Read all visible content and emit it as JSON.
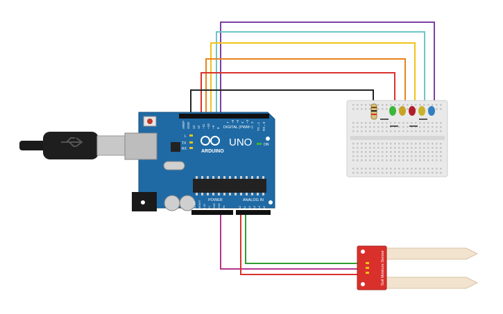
{
  "board": {
    "logo_text": "ARDUINO",
    "model": "UNO",
    "digital_label": "DIGITAL (PWM~)",
    "power_label": "POWER",
    "analog_label": "ANALOG IN",
    "l_label": "L",
    "tx_label": "TX",
    "rx_label": "RX",
    "on_label": "ON",
    "top_pins": [
      "AREF",
      "GND",
      "13",
      "12",
      "~11",
      "~10",
      "~9",
      "8",
      "7",
      "~6",
      "~5",
      "4",
      "~3",
      "2",
      "TX→1",
      "RX←0"
    ],
    "power_pins": [
      "IOREF",
      "RESET",
      "3.3V",
      "5V",
      "GND",
      "GND",
      "Vin"
    ],
    "analog_pins": [
      "A0",
      "A1",
      "A2",
      "A3",
      "A4",
      "A5"
    ]
  },
  "sensor": {
    "label_line1": "Soil Moisture Sensor"
  },
  "wire_colors": {
    "red": "#d9302c",
    "orange": "#e8821e",
    "yellow": "#f0c419",
    "cyan": "#6cc6c6",
    "purple": "#7b3fa3",
    "black": "#222222",
    "magenta": "#b5338a",
    "green": "#2f9e2f"
  },
  "leds": [
    {
      "color": "#3bb73b"
    },
    {
      "color": "#c9a227"
    },
    {
      "color": "#b01e2a"
    },
    {
      "color": "#c9b227"
    },
    {
      "color": "#2f7fc1"
    }
  ]
}
